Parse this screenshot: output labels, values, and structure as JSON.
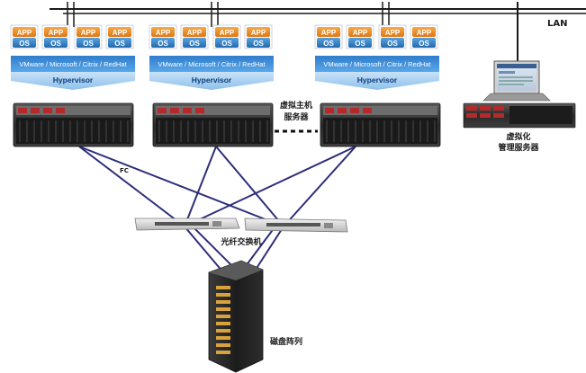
{
  "network": {
    "lan_label": "LAN"
  },
  "colors": {
    "wire": "#2e2e7a",
    "network_line": "#1b1b1b",
    "app_tile": "#e98a1a",
    "os_tile": "#2f7fc2",
    "platform_band": "#3c8fd6",
    "hypervisor_band": "#a9cff1"
  },
  "hosts": [
    {
      "vm_stack": [
        {
          "app": "APP",
          "os": "OS"
        },
        {
          "app": "APP",
          "os": "OS"
        },
        {
          "app": "APP",
          "os": "OS"
        },
        {
          "app": "APP",
          "os": "OS"
        }
      ],
      "platforms": "VMware / Microsoft / Citrix / RedHat",
      "hypervisor": "Hypervisor"
    },
    {
      "vm_stack": [
        {
          "app": "APP",
          "os": "OS"
        },
        {
          "app": "APP",
          "os": "OS"
        },
        {
          "app": "APP",
          "os": "OS"
        },
        {
          "app": "APP",
          "os": "OS"
        }
      ],
      "platforms": "VMware / Microsoft / Citrix / RedHat",
      "hypervisor": "Hypervisor"
    },
    {
      "vm_stack": [
        {
          "app": "APP",
          "os": "OS"
        },
        {
          "app": "APP",
          "os": "OS"
        },
        {
          "app": "APP",
          "os": "OS"
        },
        {
          "app": "APP",
          "os": "OS"
        }
      ],
      "platforms": "VMware / Microsoft / Citrix / RedHat",
      "hypervisor": "Hypervisor"
    }
  ],
  "labels": {
    "host_server_line1": "虚拟主机",
    "host_server_line2": "服务器",
    "mgmt_line1": "虚拟化",
    "mgmt_line2": "管理服务器",
    "fc": "FC",
    "fc_switch": "光纤交换机",
    "disk_array": "磁盘阵列"
  }
}
